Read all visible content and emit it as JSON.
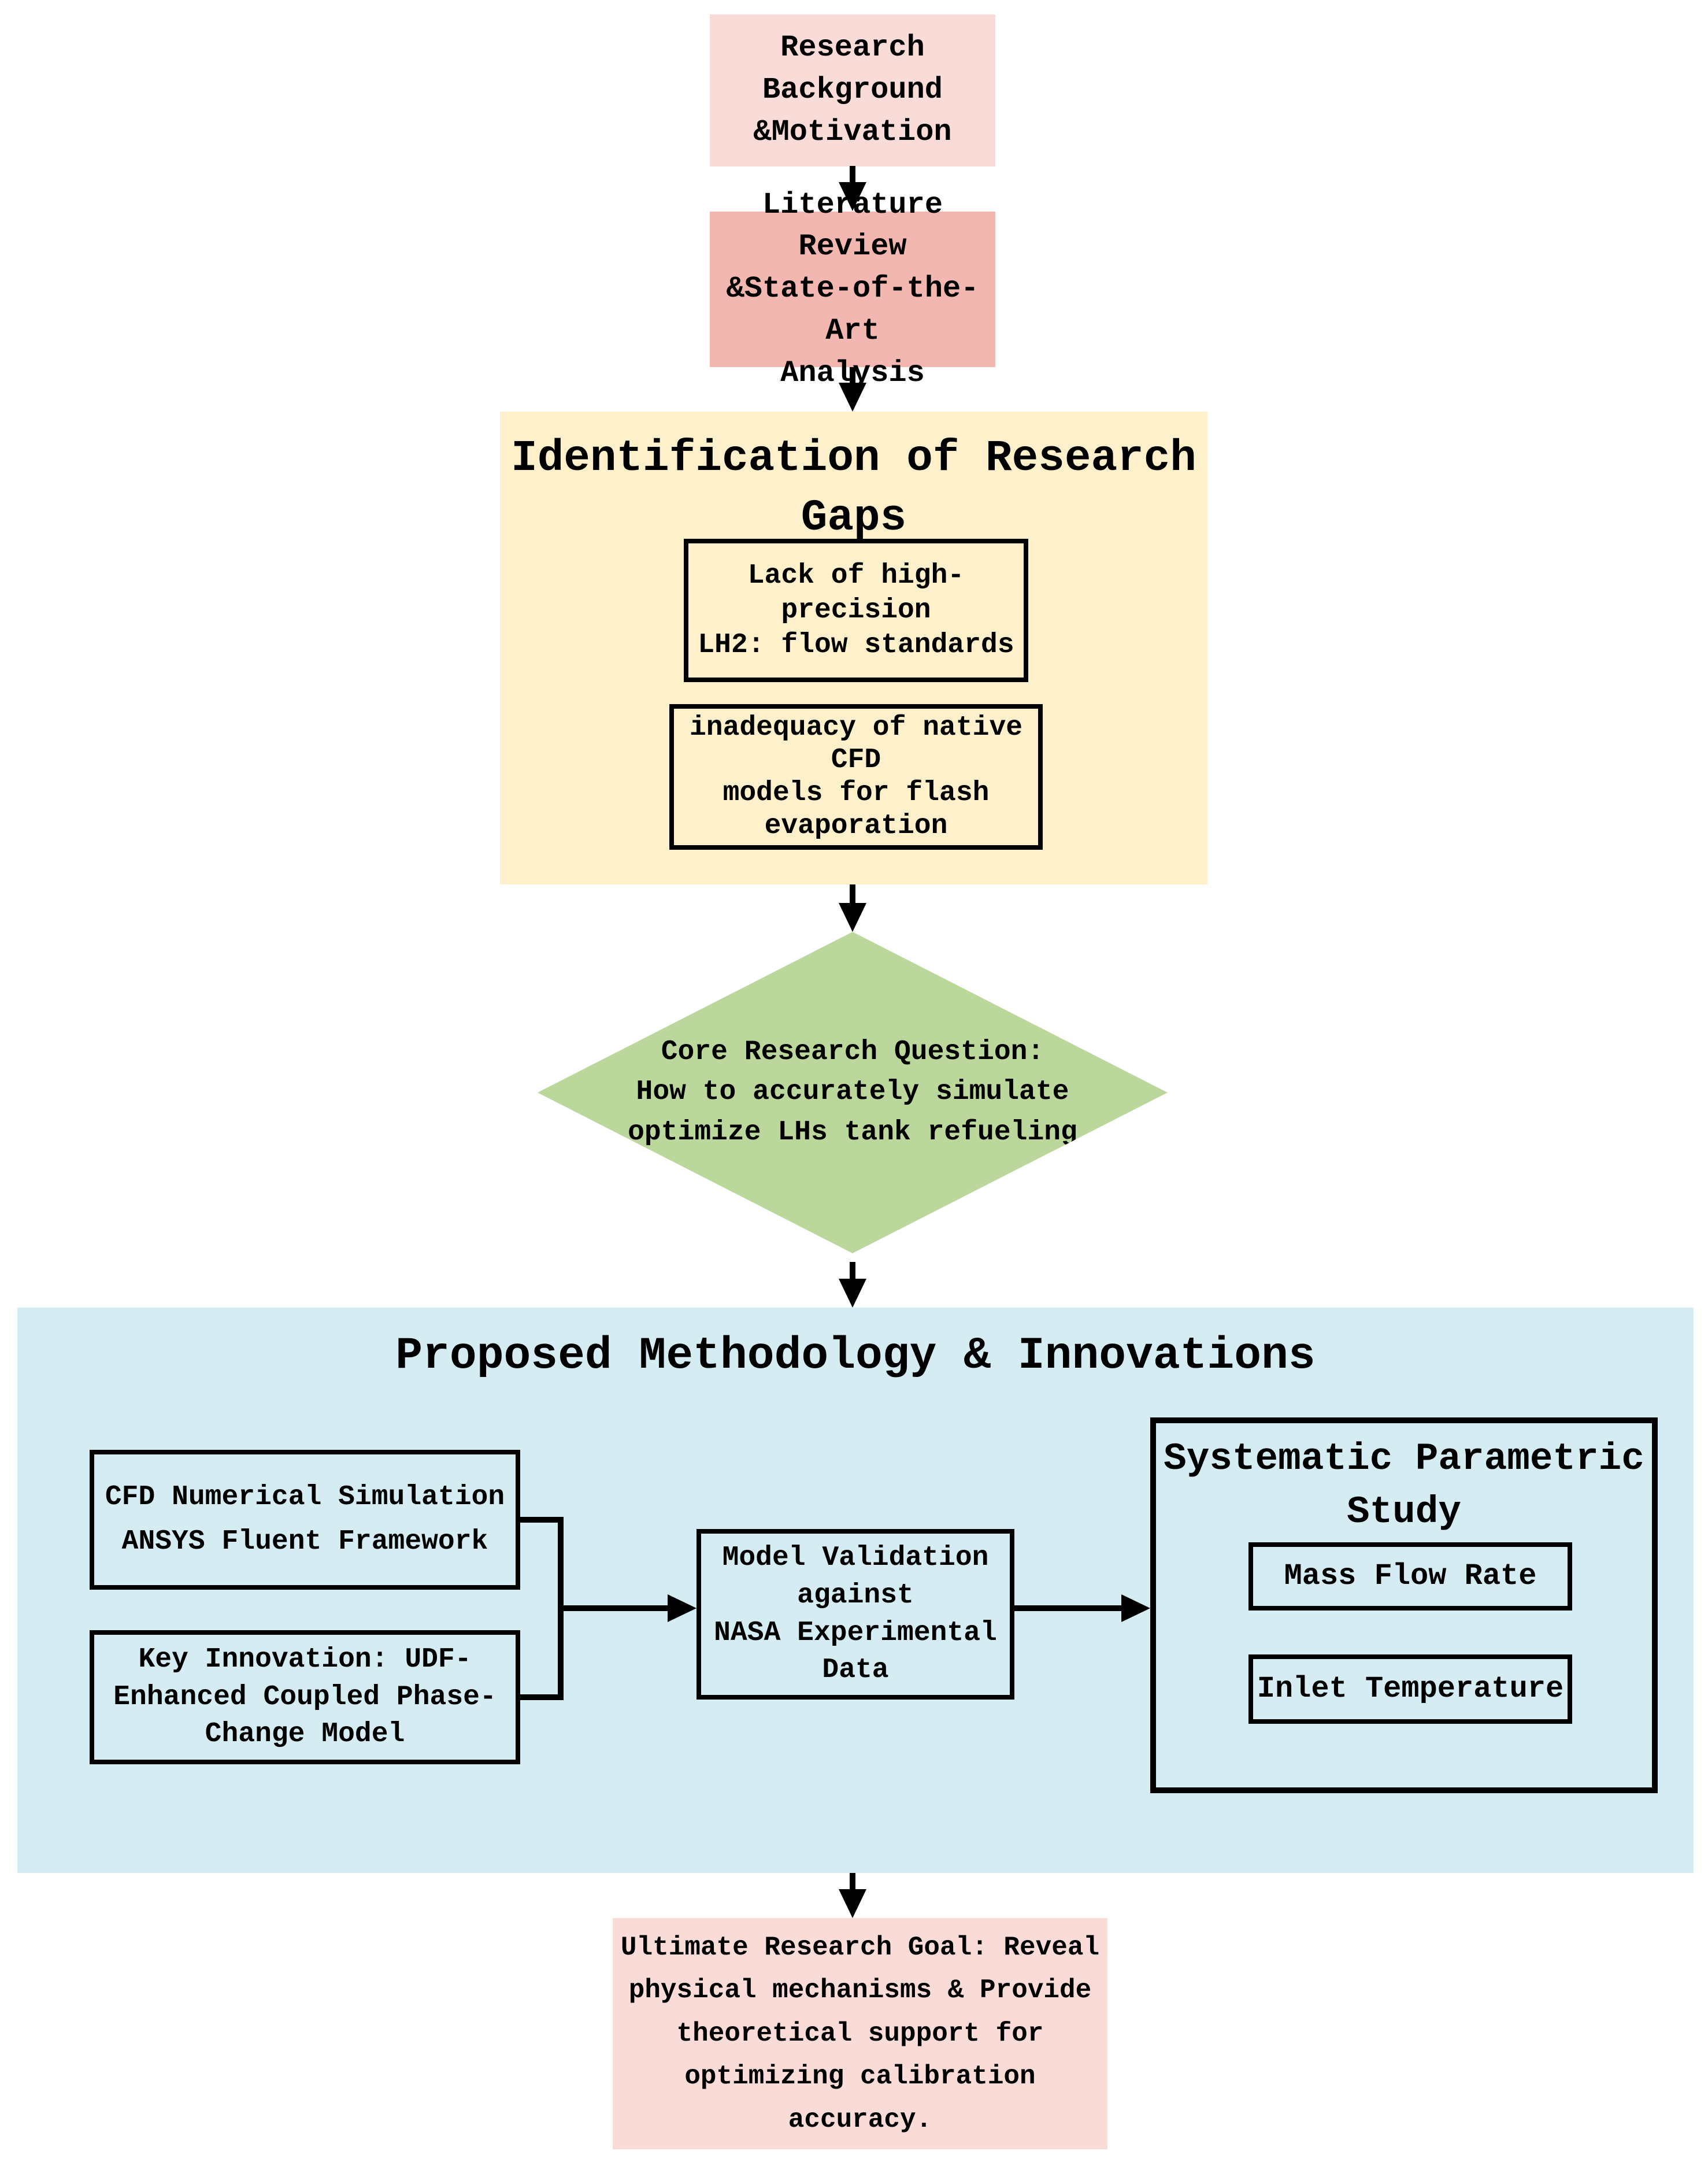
{
  "palette": {
    "pink_light": "#f9dcd8",
    "salmon": "#f2b7b1",
    "yellow": "#fdf0ca",
    "green": "#bcd79c",
    "blue": "#d5ecf2",
    "line": "#000000"
  },
  "nodes": {
    "background": {
      "text": "Research\nBackground\n&Motivation"
    },
    "literature": {
      "text": "Literature Review\n&State-of-the-Art\nAnalysis"
    },
    "gaps": {
      "title": "Identification of Research\nGaps",
      "gap1": "Lack of high-\nprecision\nLH2: flow standards",
      "gap2": "inadequacy of native\nCFD\nmodels for flash\nevaporation"
    },
    "question": {
      "text": "Core Research Question:\nHow to accurately simulate\noptimize LHs tank refueling"
    },
    "methodology": {
      "title": "Proposed Methodology & Innovations",
      "cfd": "CFD Numerical Simulation\nANSYS Fluent Framework",
      "innovation": "Key Innovation: UDF-\nEnhanced Coupled Phase-\nChange Model",
      "validation": "Model Validation\nagainst\nNASA Experimental\nData",
      "parametric": {
        "title": "Systematic Parametric\nStudy",
        "param1": "Mass Flow Rate",
        "param2": "Inlet Temperature"
      }
    },
    "goal": {
      "text": "Ultimate Research Goal: Reveal\nphysical mechanisms & Provide\ntheoretical support for\noptimizing calibration\naccuracy."
    }
  }
}
